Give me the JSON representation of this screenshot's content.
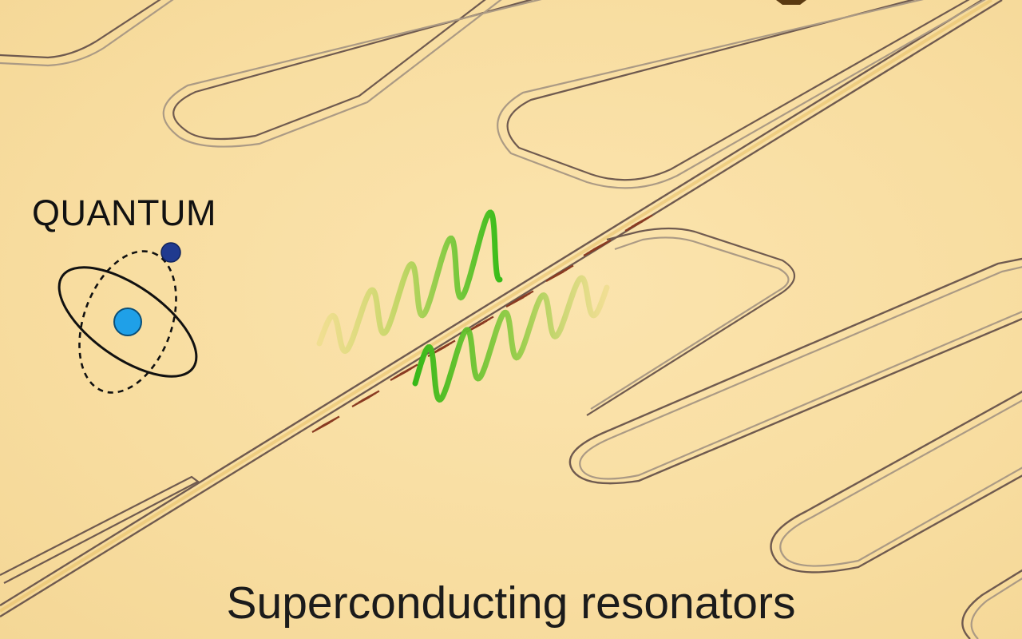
{
  "labels": {
    "quantum": "QUANTUM",
    "caption": "Superconducting resonators"
  },
  "colors": {
    "background": "#f8dea3",
    "trace_dark": "#6f5a4f",
    "trace_light": "#ab9a84",
    "wave_bright": "#3fbf1f",
    "wave_faded": "#e6d97a",
    "coupler": "#8a3b22",
    "atom_nucleus": "#1fa0e8",
    "atom_electron": "#203a8f",
    "text": "#1b1b1b"
  },
  "icons": {
    "atom": "atom-icon",
    "nucleus": "nucleus-dot",
    "electron": "electron-dot"
  },
  "elements": {
    "resonator_count": 6,
    "wave_count": 2,
    "coupler_count": 8
  }
}
